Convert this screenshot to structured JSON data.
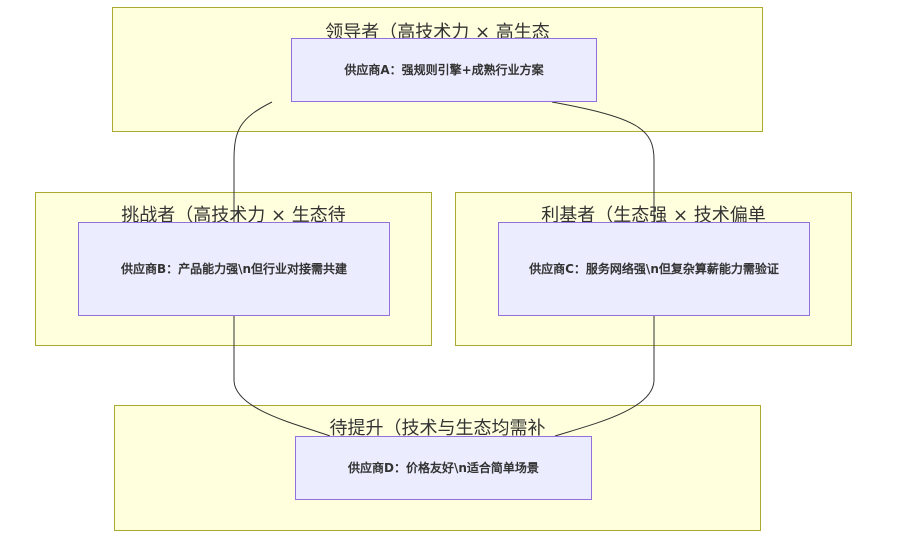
{
  "clusters": {
    "leader": {
      "title": "领导者（高技术力 × 高生态"
    },
    "challenger": {
      "title": "挑战者（高技术力 × 生态待"
    },
    "profiteer": {
      "title": "利基者（生态强 × 技术偏单"
    },
    "improve": {
      "title": "待提升（技术与生态均需补"
    }
  },
  "nodes": {
    "a": {
      "label": "供应商A：强规则引擎+成熟行业方案"
    },
    "b": {
      "label": "供应商B：产品能力强\\n但行业对接需共建"
    },
    "c": {
      "label": "供应商C：服务网络强\\n但复杂算薪能力需验证"
    },
    "d": {
      "label": "供应商D：价格友好\\n适合简单场景"
    }
  }
}
